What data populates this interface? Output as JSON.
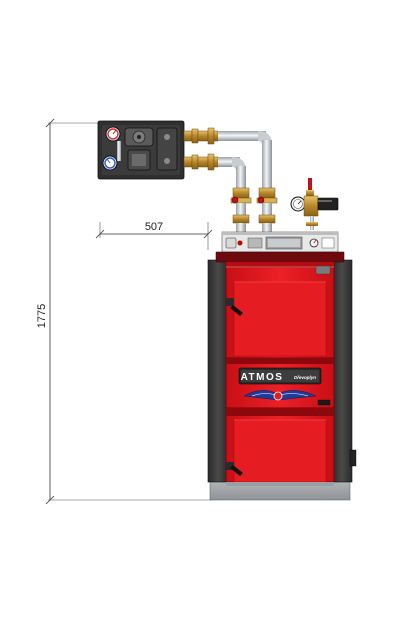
{
  "dimensions": {
    "height_label": "1775",
    "width_label": "507"
  },
  "boiler": {
    "brand": "ATMOS",
    "model_tag": "Dřevoplyn"
  },
  "colors": {
    "boiler_red": "#e0141b",
    "dark_red": "#8a0a0e",
    "side_panel": "#3a3a3a",
    "pipe_steel": "#d9dde0",
    "brass": "#c89a3a",
    "pump_unit": "#2e2e2e"
  }
}
